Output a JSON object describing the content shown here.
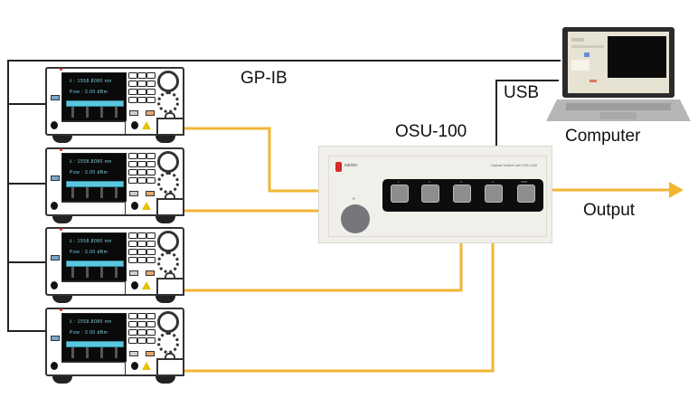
{
  "diagram": {
    "title": "OSU-100 multi-channel connection diagram",
    "labels": {
      "gpib": "GP-IB",
      "usb": "USB",
      "osu": "OSU-100",
      "computer": "Computer",
      "output": "Output"
    },
    "colors": {
      "fiber": "#f2b632",
      "bus_line": "#222222",
      "osu_body": "#f1efea",
      "osu_panel": "#0d0d0d",
      "connector": "#8d8d90",
      "brand_red": "#d62b2b"
    },
    "light_source": {
      "count": 4,
      "screen_line1": "λ : 1558.8080 nm",
      "screen_line2": "Pow :      3.00   dBm"
    },
    "osu": {
      "brand": "santec",
      "model": "Optical Switch Unit OSU-100",
      "ports": [
        "1",
        "2",
        "3",
        "4",
        "COM"
      ],
      "dial_label": "R"
    },
    "connections": [
      {
        "from": "light-source-1",
        "to": "osu-port-1",
        "type": "fiber"
      },
      {
        "from": "light-source-2",
        "to": "osu-port-2",
        "type": "fiber"
      },
      {
        "from": "light-source-3",
        "to": "osu-port-3",
        "type": "fiber"
      },
      {
        "from": "light-source-4",
        "to": "osu-port-4",
        "type": "fiber"
      },
      {
        "from": "osu-port-com",
        "to": "output",
        "type": "fiber"
      },
      {
        "from": "computer",
        "to": "light-sources",
        "type": "GP-IB"
      },
      {
        "from": "computer",
        "to": "osu",
        "type": "USB"
      }
    ]
  }
}
